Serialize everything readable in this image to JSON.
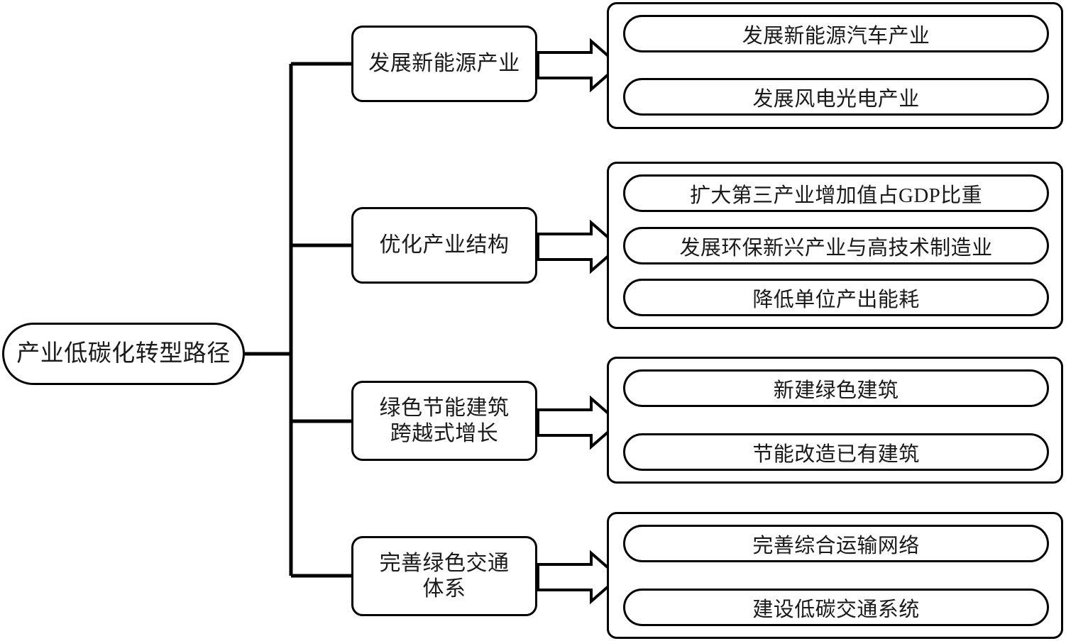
{
  "diagram": {
    "type": "hierarchy-tree",
    "title_node": "产业低碳化转型路径",
    "orientation": "left-to-right",
    "colors": {
      "stroke": "#000000",
      "fill": "#ffffff",
      "text": "#1a1a1a"
    },
    "branches": [
      {
        "label": "发展新能源产业",
        "connector": "block-arrow-right",
        "leaves": [
          "发展新能源汽车产业",
          "发展风电光电产业"
        ]
      },
      {
        "label": "优化产业结构",
        "connector": "block-arrow-right",
        "leaves": [
          "扩大第三产业增加值占GDP比重",
          "发展环保新兴产业与高技术制造业",
          "降低单位产出能耗"
        ]
      },
      {
        "label": "绿色节能建筑\n跨越式增长",
        "connector": "block-arrow-right",
        "leaves": [
          "新建绿色建筑",
          "节能改造已有建筑"
        ]
      },
      {
        "label": "完善绿色交通\n体系",
        "connector": "block-arrow-right",
        "leaves": [
          "完善综合运输网络",
          "建设低碳交通系统"
        ]
      }
    ]
  }
}
